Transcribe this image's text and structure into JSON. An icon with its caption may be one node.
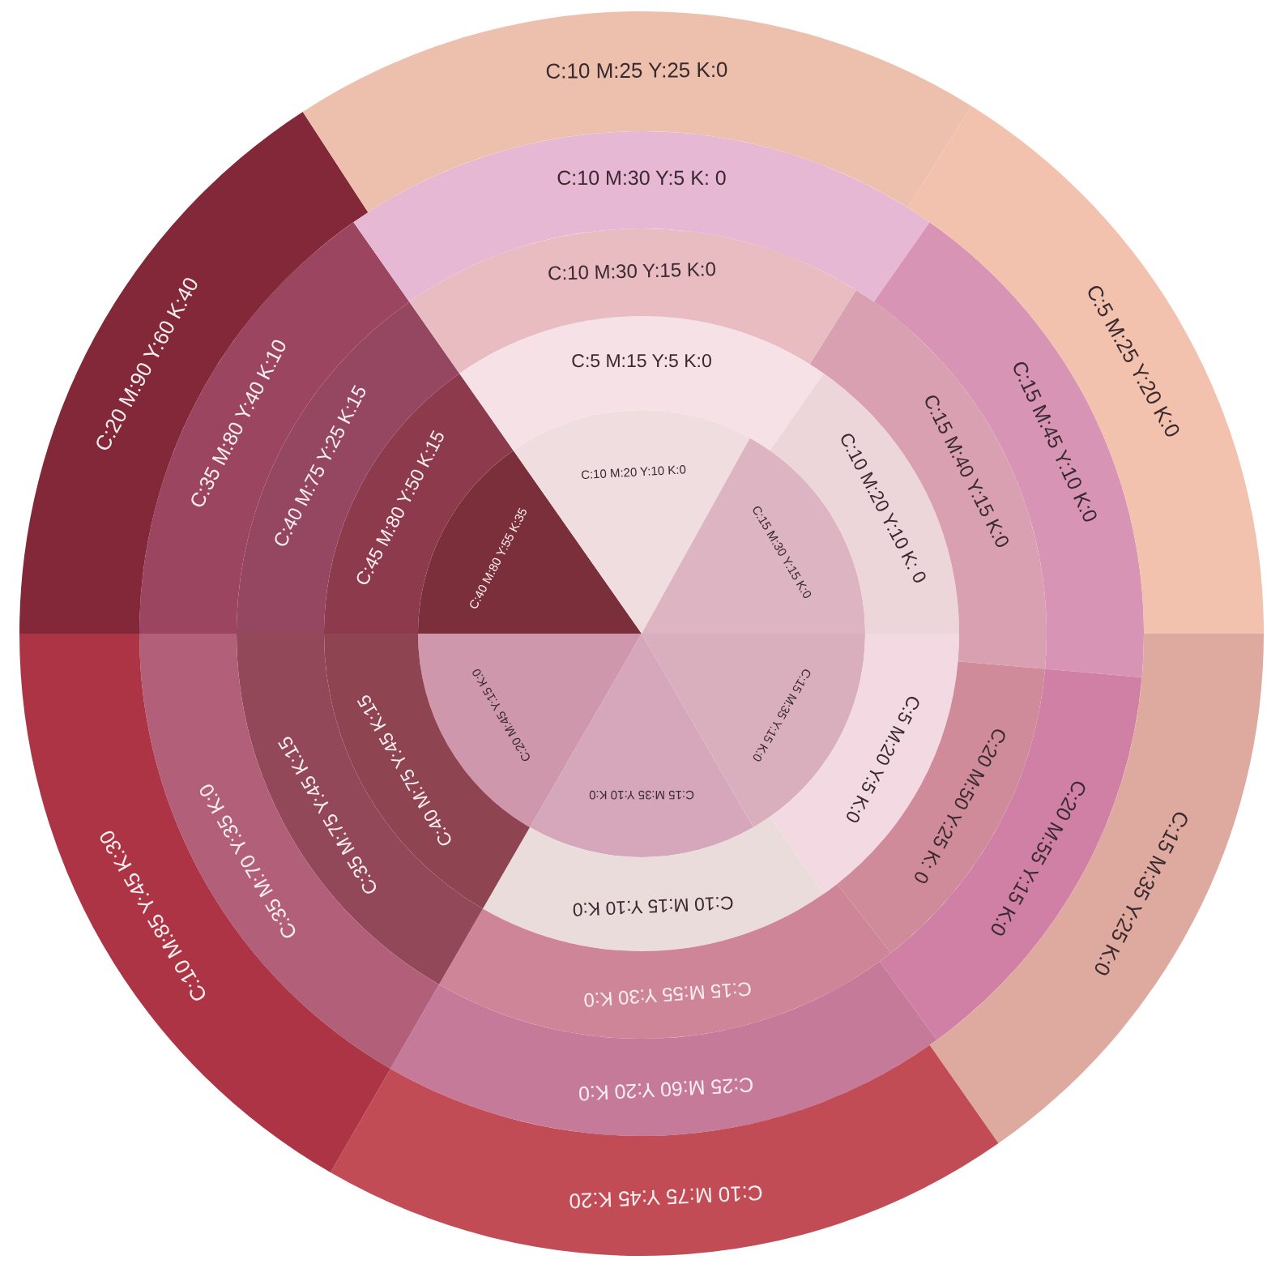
{
  "diagram": {
    "nodes": [
      {
        "text": [
          "C:40 M:80 Y:55 K:35"
        ]
      },
      {
        "text": [
          "C:10 M:20 Y:10 K:0"
        ]
      },
      {
        "text": [
          "C:15 M:30 Y:15 K:0"
        ]
      },
      {
        "text": [
          "C:15 M:35 Y:15 K:0"
        ]
      },
      {
        "text": [
          "C:15 M:35 Y:10 K:0"
        ]
      },
      {
        "text": [
          "C:20 M:45 Y:15 K:0"
        ]
      },
      {
        "text": [
          "C:45 M:80 Y:50 K:15"
        ]
      },
      {
        "text": [
          "C:5 M:15 Y:5 K:0"
        ]
      },
      {
        "text": [
          "C:10 M:20 Y:10 K: 0"
        ]
      },
      {
        "text": [
          "C:5 M:20 Y:5 K:0"
        ]
      },
      {
        "text": [
          "C:10 M:15 Y:10 K:0"
        ]
      },
      {
        "text": [
          "C:40 M:75 Y:45 K:15"
        ]
      },
      {
        "text": [
          "C:40 M:75 Y:25 K:15"
        ]
      },
      {
        "text": [
          "C:10 M:30 Y:15 K:0"
        ]
      },
      {
        "text": [
          "C:15 M:40 Y:15 K:0"
        ]
      },
      {
        "text": [
          "C:20 M:50 Y:25 K: 0"
        ]
      },
      {
        "text": [
          "C:15 M:55 Y:30 K:0"
        ]
      },
      {
        "text": [
          "C:35 M:75 Y:45 K:15"
        ]
      },
      {
        "text": [
          "C:35 M:80 Y:40 K:10"
        ]
      },
      {
        "text": [
          "C:10 M:30 Y:5 K: 0"
        ]
      },
      {
        "text": [
          "C:15 M:45 Y:10 K:0"
        ]
      },
      {
        "text": [
          "C:20 M:55 Y:15 K:0"
        ]
      },
      {
        "text": [
          "C:25 M:60 Y:20 K:0"
        ]
      },
      {
        "text": [
          "C:35 M:70 Y:35 K:0"
        ]
      },
      {
        "text": [
          "C:20 M:90 Y:60 K:40"
        ]
      },
      {
        "text": [
          "C:10 M:25 Y:25 K:0"
        ]
      },
      {
        "text": [
          "C:5 M:25 Y:20 K:0"
        ]
      },
      {
        "text": [
          "C:15 M:35 Y:25 K:0"
        ]
      },
      {
        "text": [
          "C:10 M:75 Y:45 K:20"
        ]
      },
      {
        "text": [
          "C:10 M:85 Y:45 K:30"
        ]
      }
    ]
  }
}
